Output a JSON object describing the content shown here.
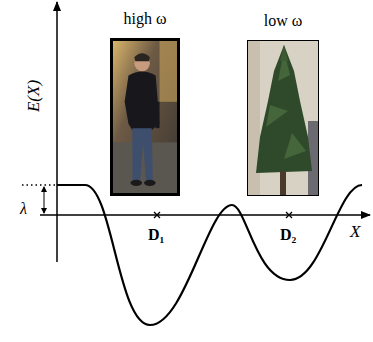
{
  "diagram": {
    "nodes": [
      {
        "text": [
          "high ω"
        ]
      },
      {
        "text": [
          "low ω"
        ]
      }
    ],
    "labels": [
      "E(X)",
      "λ",
      "D₁",
      "D₂",
      "X"
    ]
  }
}
